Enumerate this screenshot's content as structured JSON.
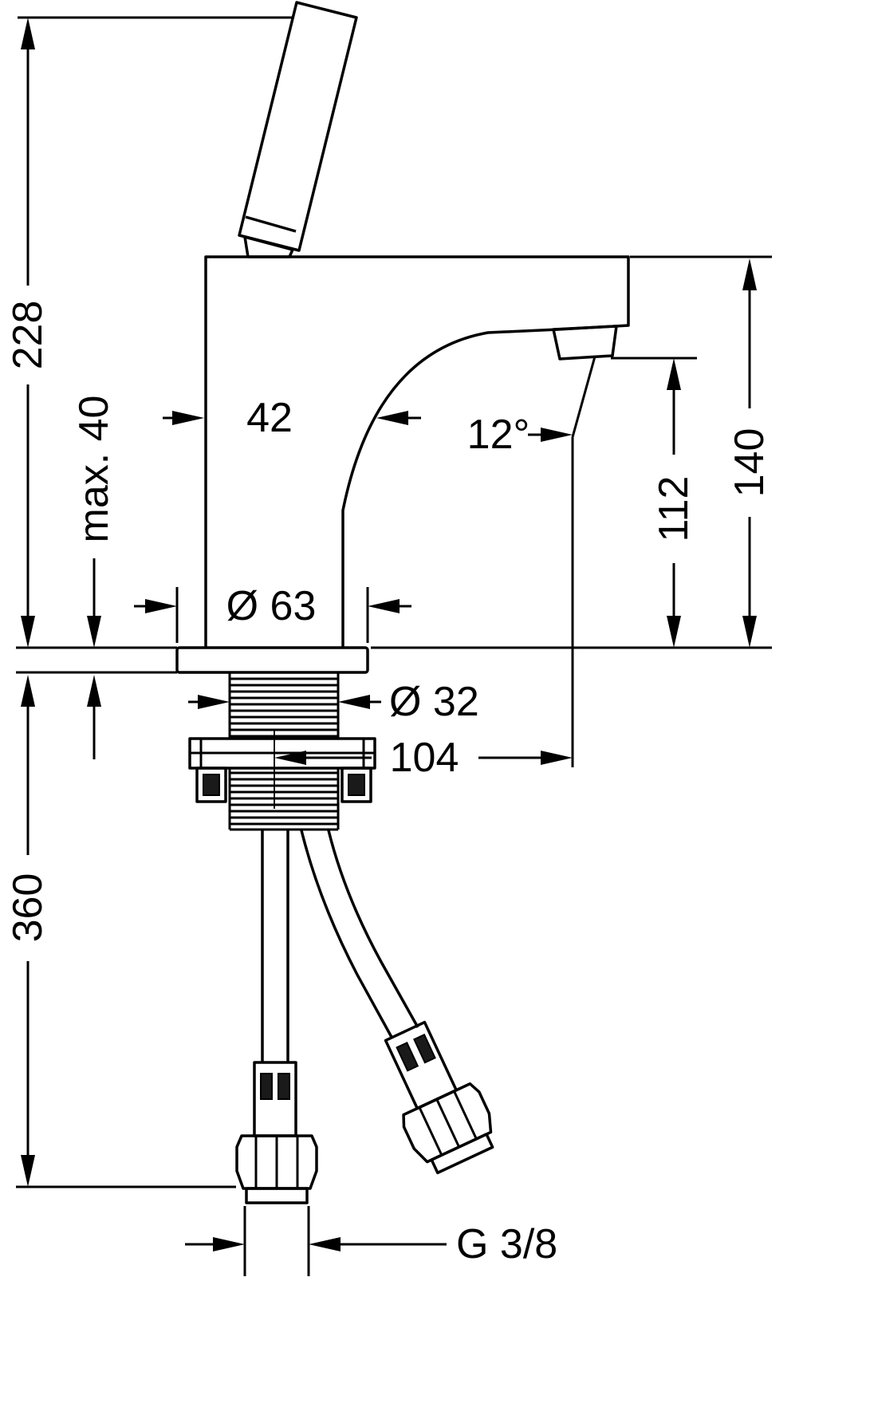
{
  "drawing": {
    "kind": "technical-dimension-drawing",
    "subject": "single-lever-basin-mixer-side-view",
    "line_color": "#000000",
    "background_color": "#ffffff"
  },
  "dimensions": {
    "total_height": "228",
    "max_mounting": "max. 40",
    "body_width": "42",
    "spout_angle": "12°",
    "outlet_height": "112",
    "top_height": "140",
    "base_diameter": "Ø 63",
    "shaft_diameter": "Ø 32",
    "spout_reach": "104",
    "hose_length": "360",
    "thread": "G 3/8"
  }
}
